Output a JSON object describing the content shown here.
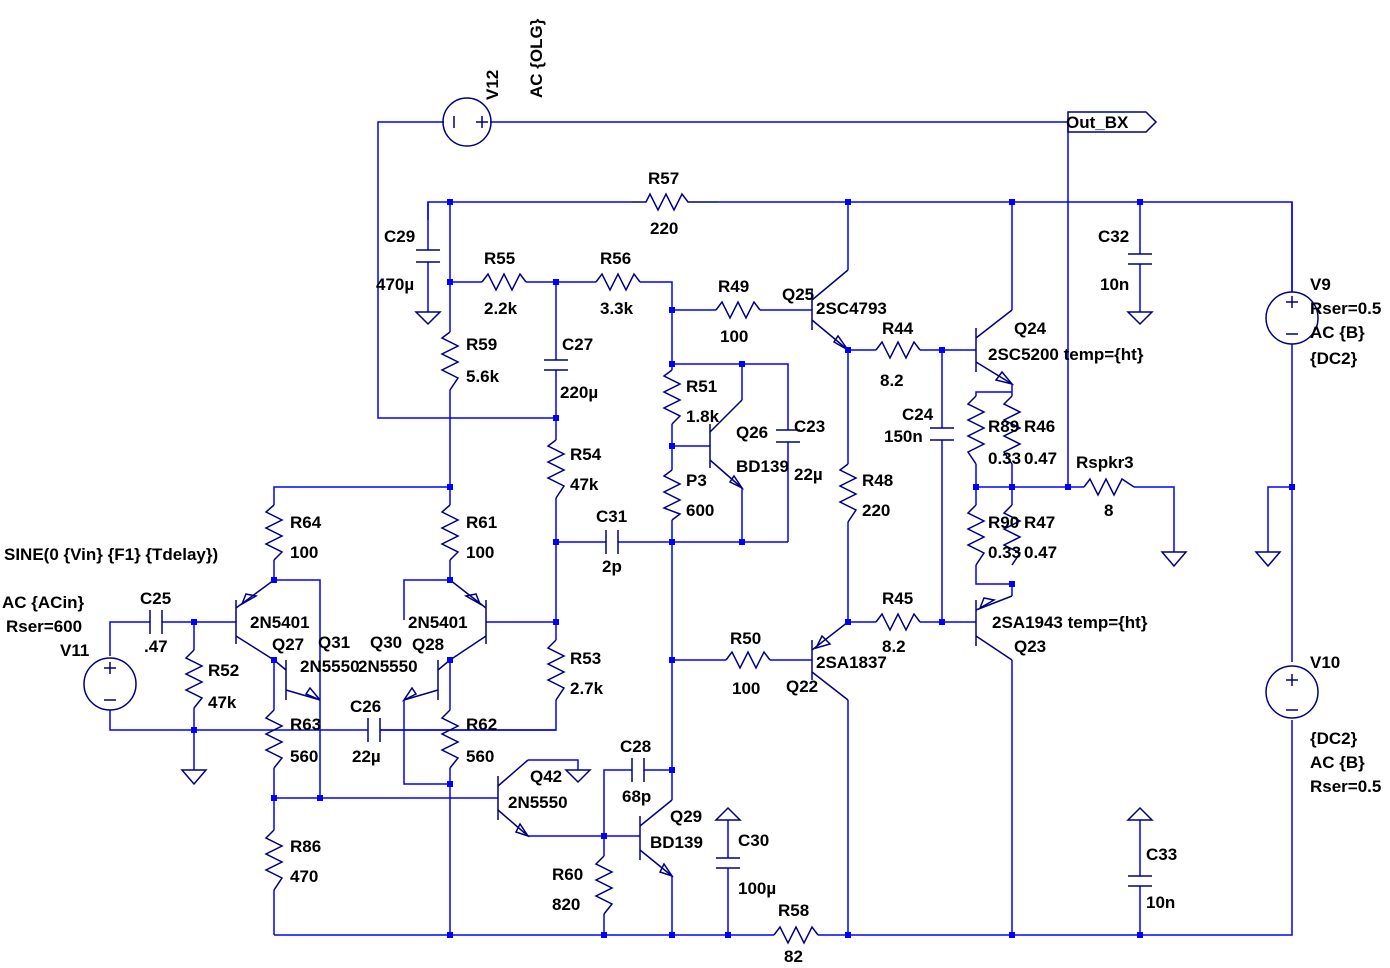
{
  "labels": {
    "v12_name": "V12",
    "v12_value": "AC {OLG}",
    "out_net": "Out_BX",
    "r57_name": "R57",
    "r57_value": "220",
    "c29_name": "C29",
    "c29_value": "470µ",
    "r55_name": "R55",
    "r55_value": "2.2k",
    "r56_name": "R56",
    "r56_value": "3.3k",
    "r49_name": "R49",
    "r49_value": "100",
    "q25_name": "Q25",
    "q25_model": "2SC4793",
    "c32_name": "C32",
    "c32_value": "10n",
    "v9_name": "V9",
    "v9_rser": "Rser=0.5",
    "v9_ac": "AC {B}",
    "v9_dc": "{DC2}",
    "r44_name": "R44",
    "r44_value": "8.2",
    "q24_name": "Q24",
    "q24_model": "2SC5200 temp={ht}",
    "c27_name": "C27",
    "c27_value": "220µ",
    "r59_name": "R59",
    "r59_value": "5.6k",
    "r51_name": "R51",
    "r51_value": "1.8k",
    "c24_name": "C24",
    "c24_value": "150n",
    "r89_name": "R89",
    "r89_value": "0.33",
    "r46_name": "R46",
    "r46_value": "0.47",
    "q26_name": "Q26",
    "q26_model": "BD139",
    "c23_name": "C23",
    "c23_value": "22µ",
    "r54_name": "R54",
    "r54_value": "47k",
    "p3_name": "P3",
    "p3_value": "600",
    "r48_name": "R48",
    "r48_value": "220",
    "rspkr3_name": "Rspkr3",
    "rspkr3_value": "8",
    "r64_name": "R64",
    "r64_value": "100",
    "r61_name": "R61",
    "r61_value": "100",
    "c31_name": "C31",
    "c31_value": "2p",
    "r90_name": "R90",
    "r90_value": "0.33",
    "r47_name": "R47",
    "r47_value": "0.47",
    "sine_source": "SINE(0 {Vin} {F1} {Tdelay})",
    "ac_in": "AC {ACin}",
    "rser_600": "Rser=600",
    "v11_name": "V11",
    "c25_name": "C25",
    "c25_value": ".47",
    "q27_model": "2N5401",
    "q28_model": "2N5401",
    "q27_name": "Q27",
    "q31_name": "Q31",
    "q30_name": "Q30",
    "q28_name": "Q28",
    "q31_model": "2N5550",
    "q30_model": "2N5550",
    "r45_name": "R45",
    "r45_value": "8.2",
    "q23_model": "2SA1943 temp={ht}",
    "q23_name": "Q23",
    "r52_name": "R52",
    "r52_value": "47k",
    "r53_name": "R53",
    "r53_value": "2.7k",
    "r50_name": "R50",
    "r50_value": "100",
    "q22_model": "2SA1837",
    "q22_name": "Q22",
    "v10_name": "V10",
    "v10_dc": "{DC2}",
    "v10_ac": "AC {B}",
    "v10_rser": "Rser=0.5",
    "r63_name": "R63",
    "r63_value": "560",
    "c26_name": "C26",
    "c26_value": "22µ",
    "r62_name": "R62",
    "r62_value": "560",
    "c28_name": "C28",
    "c28_value": "68p",
    "q42_name": "Q42",
    "q42_model": "2N5550",
    "q29_name": "Q29",
    "q29_model": "BD139",
    "c30_name": "C30",
    "c30_value": "100µ",
    "r86_name": "R86",
    "r86_value": "470",
    "r60_name": "R60",
    "r60_value": "820",
    "r58_name": "R58",
    "r58_value": "82",
    "c33_name": "C33",
    "c33_value": "10n"
  },
  "colors": {
    "wire": "#0000ff",
    "component": "#000080",
    "text": "#000000",
    "background": "#ffffff"
  }
}
